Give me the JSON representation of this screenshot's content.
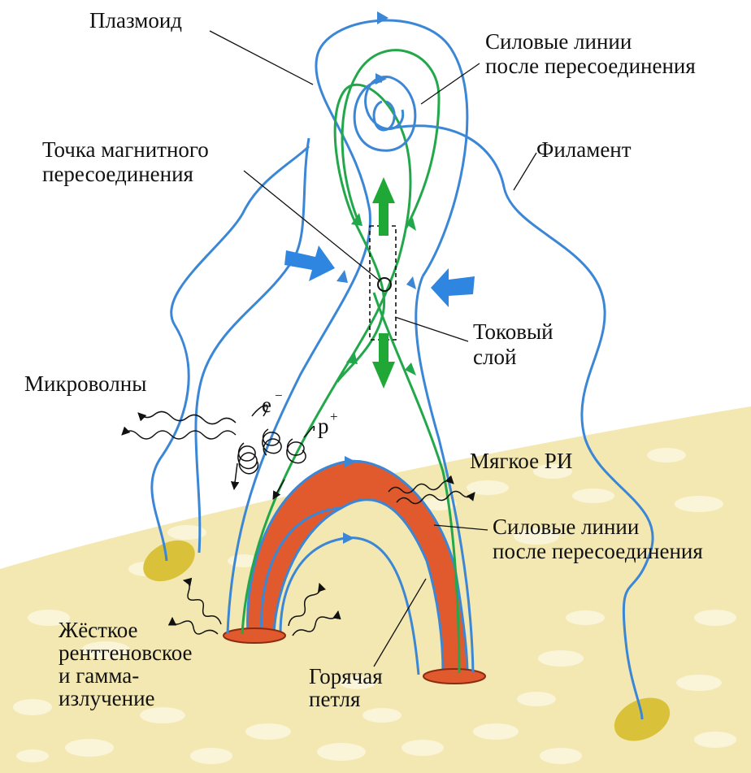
{
  "labels": {
    "plasmoid": "Плазмоид",
    "reconnected_top_1": "Силовые линии",
    "reconnected_top_2": "после пересоединения",
    "x_point_1": "Точка магнитного",
    "x_point_2": "пересоединения",
    "filament": "Филамент",
    "current_sheet_1": "Токовый",
    "current_sheet_2": "слой",
    "microwaves": "Микроволны",
    "electron": "e",
    "electron_charge": "−",
    "proton": "p",
    "proton_charge": "+",
    "soft_xray": "Мягкое РИ",
    "reconnected_bottom_1": "Силовые линии",
    "reconnected_bottom_2": "после пересоединения",
    "hard_xray_1": "Жёсткое",
    "hard_xray_2": "рентгеновское",
    "hard_xray_3": "и гамма-",
    "hard_xray_4": "излучение",
    "hot_loop_1": "Горячая",
    "hot_loop_2": "петля"
  },
  "colors": {
    "field_line_blue": "#3b87d6",
    "field_line_green": "#22a84a",
    "inflow_arrow": "#2f86e0",
    "outflow_arrow": "#1fa836",
    "hot_loop": "#e05a2e",
    "footpoint": "#e05a2e",
    "filament_footpoint": "#d9c23a",
    "photosphere": "#f3e8b2"
  }
}
